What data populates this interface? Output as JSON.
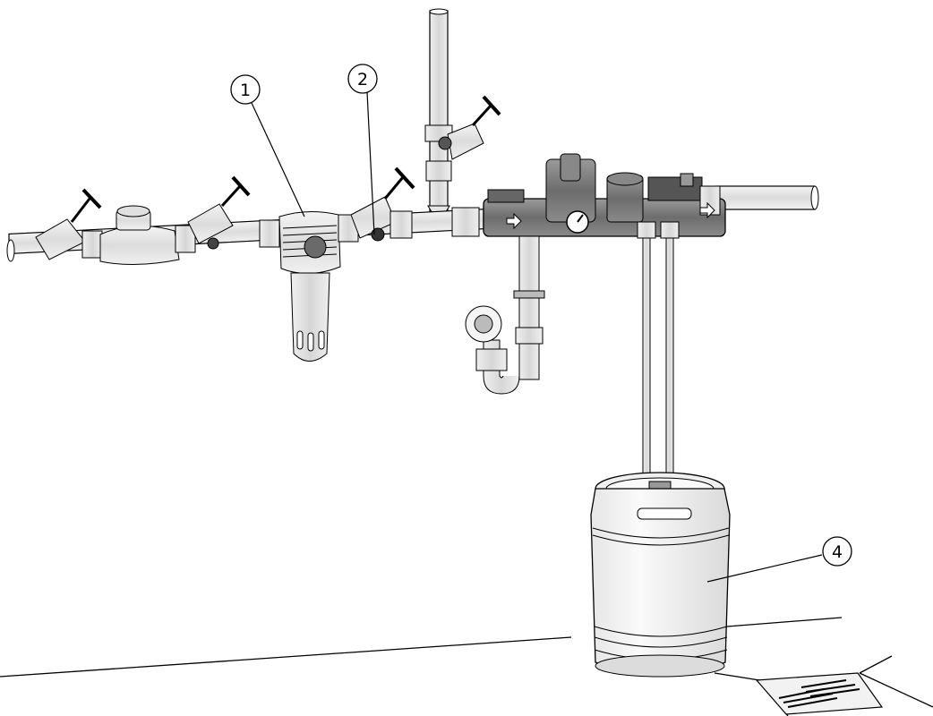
{
  "callouts": [
    {
      "id": "1",
      "label": "1"
    },
    {
      "id": "2",
      "label": "2"
    },
    {
      "id": "4",
      "label": "4"
    }
  ],
  "arrow_glyph": "⇨"
}
